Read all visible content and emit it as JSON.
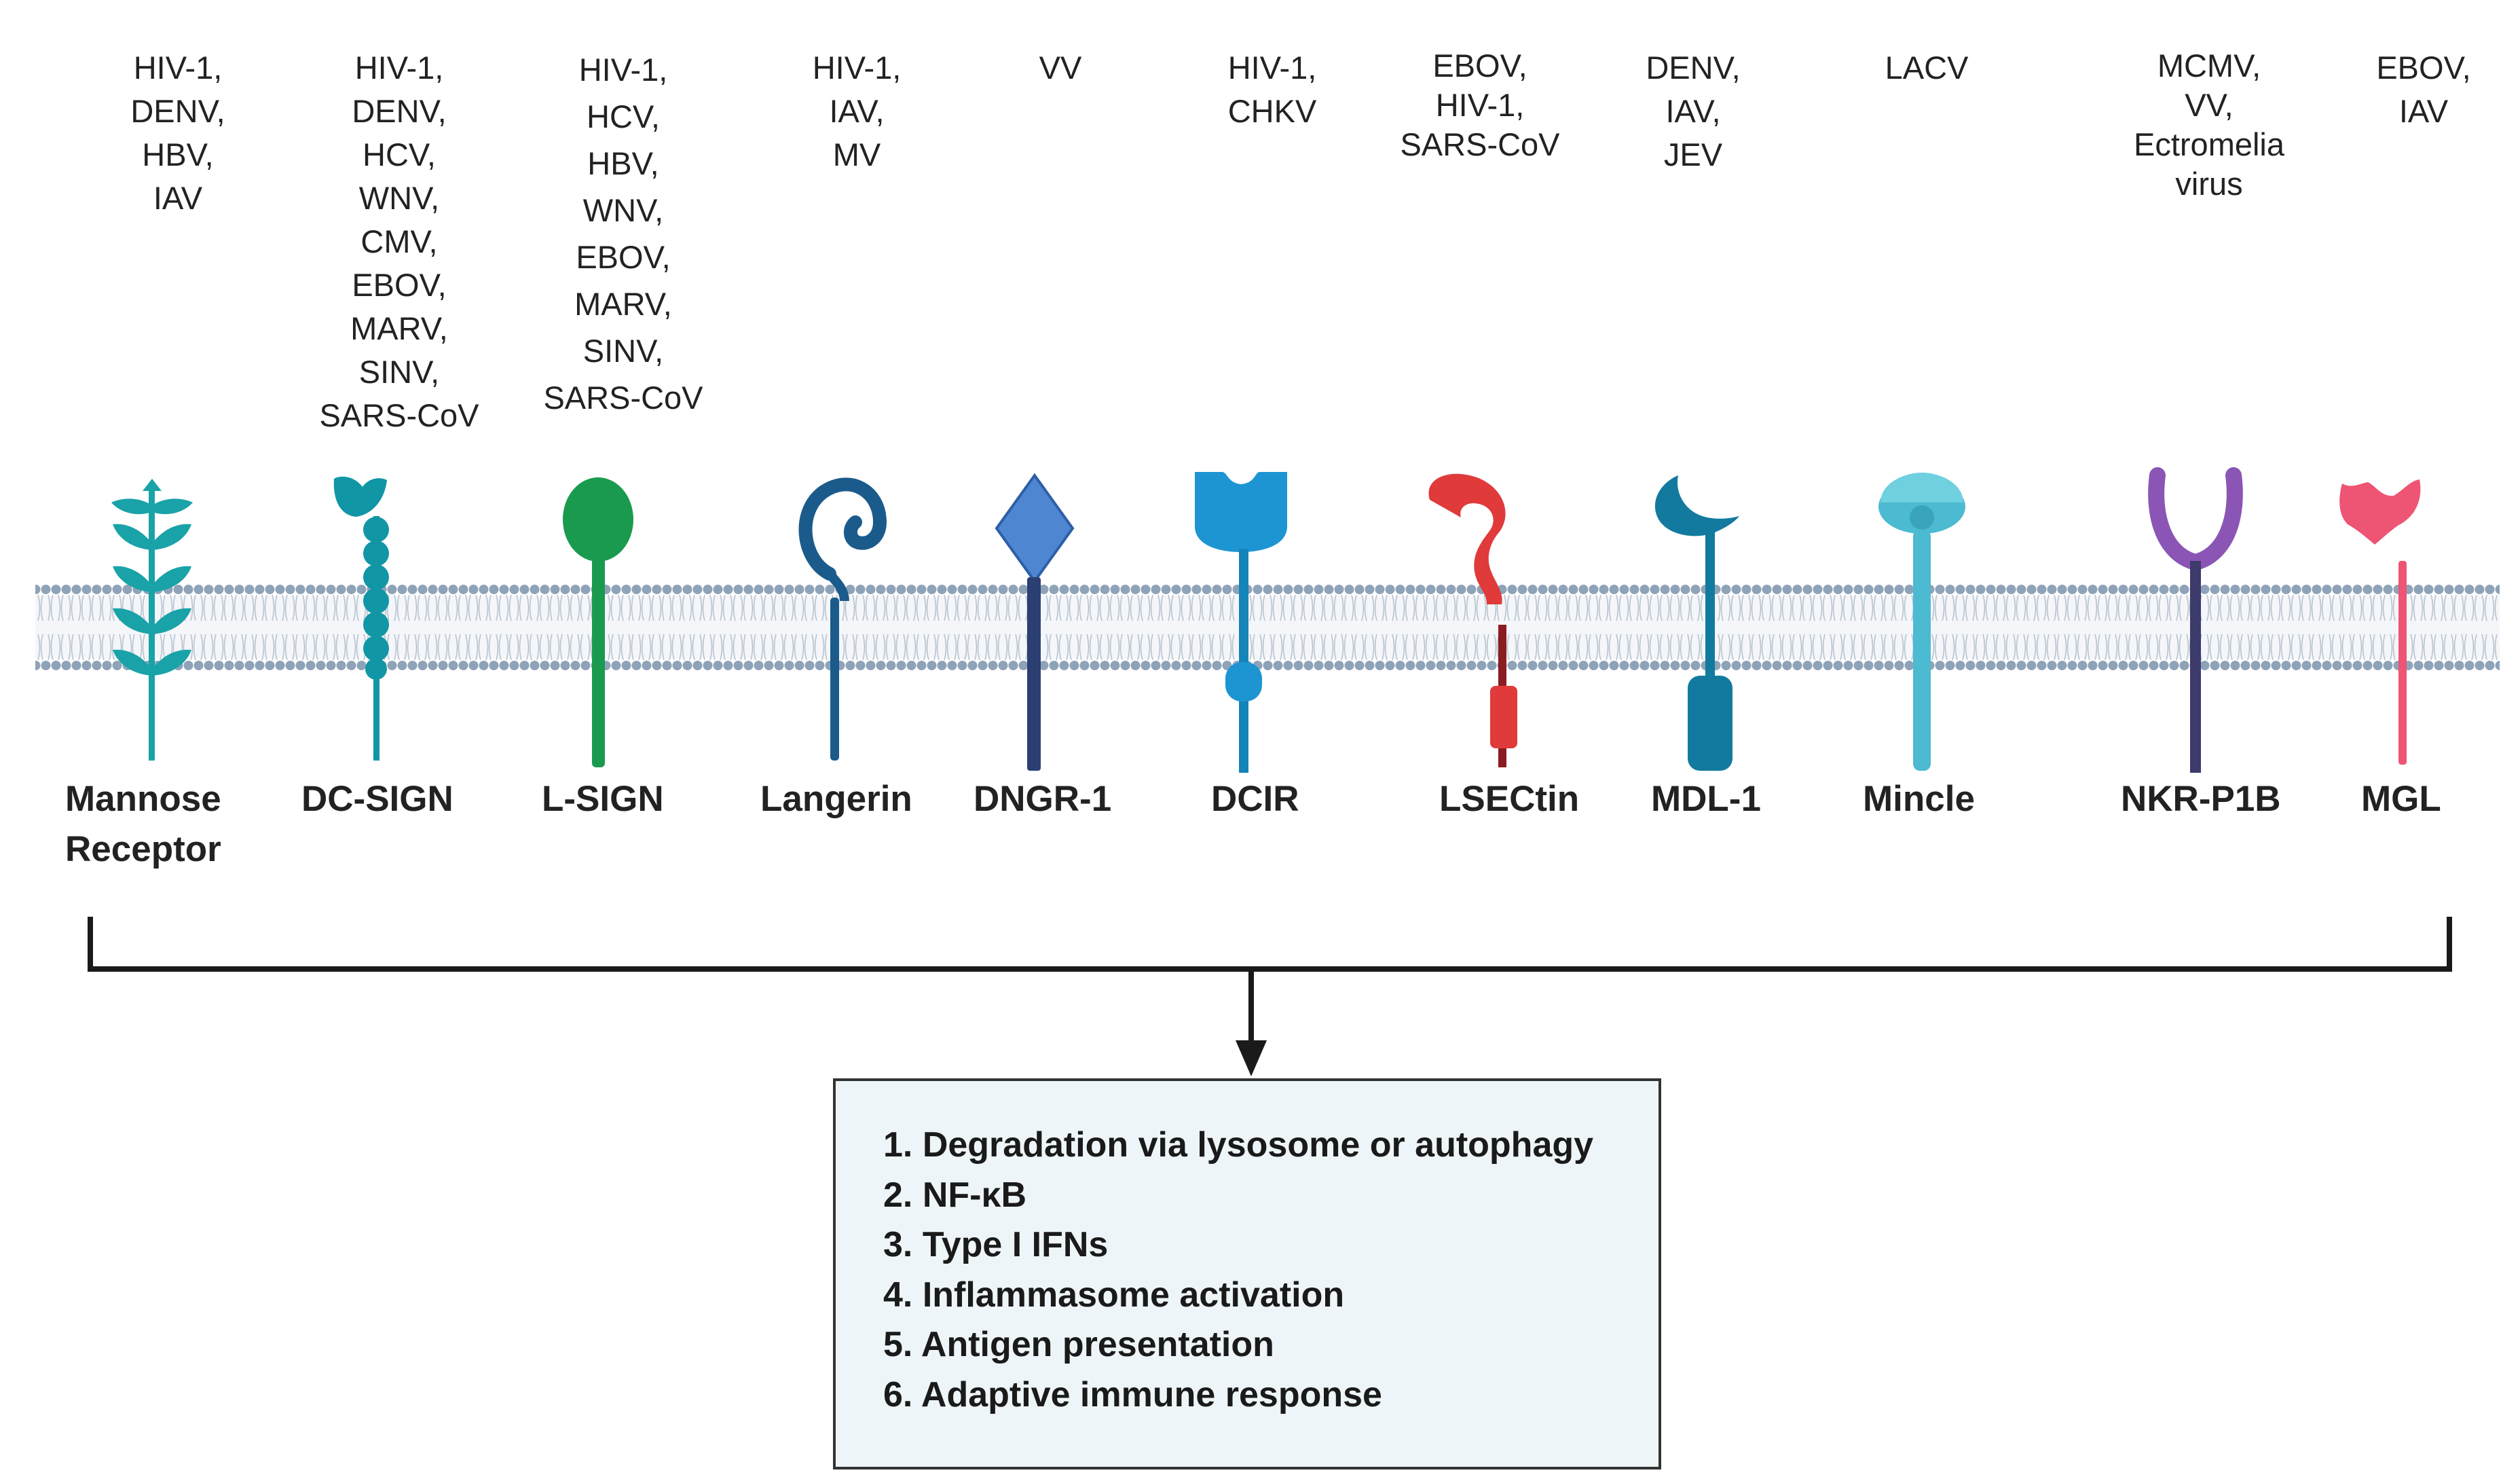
{
  "receptors": [
    {
      "id": "mannose-receptor",
      "name": "Mannose\nReceptor",
      "viruses": "HIV-1,\nDENV,\nHBV,\nIAV",
      "color": "#19a3a8"
    },
    {
      "id": "dc-sign",
      "name": "DC-SIGN",
      "viruses": "HIV-1,\nDENV,\nHCV,\nWNV,\nCMV,\nEBOV,\nMARV,\nSINV,\nSARS-CoV",
      "color": "#1196a6"
    },
    {
      "id": "l-sign",
      "name": "L-SIGN",
      "viruses": "HIV-1,\nHCV,\nHBV,\nWNV,\nEBOV,\nMARV,\nSINV,\nSARS-CoV",
      "color": "#1a9a4e"
    },
    {
      "id": "langerin",
      "name": "Langerin",
      "viruses": "HIV-1,\nIAV,\nMV",
      "color": "#1b5b8c"
    },
    {
      "id": "dngr-1",
      "name": "DNGR-1",
      "viruses": "VV",
      "color": "#4f86d1"
    },
    {
      "id": "dcir",
      "name": "DCIR",
      "viruses": "HIV-1,\nCHKV",
      "color": "#1d95d2"
    },
    {
      "id": "lsectin",
      "name": "LSECtin",
      "viruses": "EBOV,\nHIV-1,\nSARS-CoV",
      "color": "#e03a3a"
    },
    {
      "id": "mdl-1",
      "name": "MDL-1",
      "viruses": "DENV,\nIAV,\nJEV",
      "color": "#127a9e"
    },
    {
      "id": "mincle",
      "name": "Mincle",
      "viruses": "LACV",
      "color": "#4cbad1"
    },
    {
      "id": "nkr-p1b",
      "name": "NKR-P1B",
      "viruses": "MCMV,\nVV,\nEctromelia\nvirus",
      "color": "#8a55b5"
    },
    {
      "id": "mgl",
      "name": "MGL",
      "viruses": "EBOV,\nIAV",
      "color": "#ee5474"
    }
  ],
  "outcomes": [
    "1. Degradation via lysosome or autophagy",
    "2. NF-κB",
    "3. Type I IFNs",
    "4. Inflammasome activation",
    "5. Antigen presentation",
    "6. Adaptive immune response"
  ],
  "colors": {
    "membrane_head": "#8fa3b8",
    "membrane_tail": "#b8c4d0",
    "bracket": "#1a1a1a",
    "box_fill": "#eef5f9",
    "box_border": "#333333",
    "text": "#222222"
  }
}
